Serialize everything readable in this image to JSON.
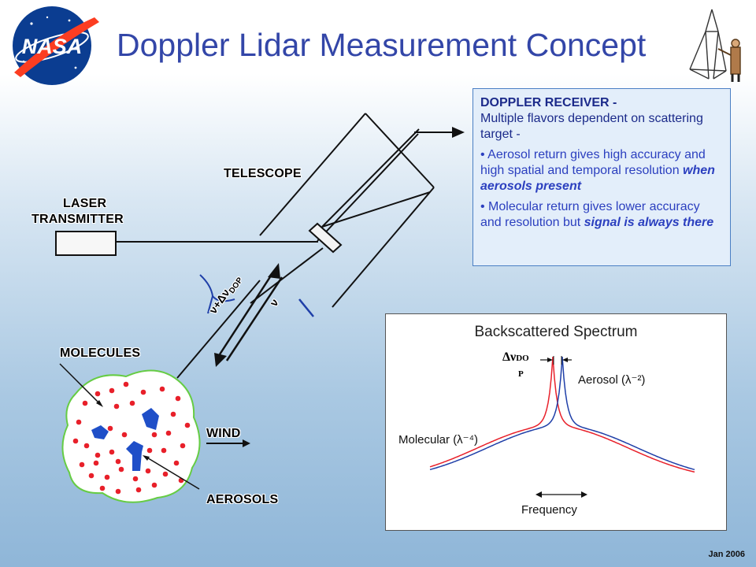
{
  "title": "Doppler Lidar Measurement Concept",
  "footer_date": "Jan 2006",
  "labels": {
    "laser_line1": "LASER",
    "laser_line2": "TRANSMITTER",
    "telescope": "TELESCOPE",
    "molecules": "MOLECULES",
    "wind": "WIND",
    "aerosols": "AEROSOLS",
    "nu_return": "ν+Δν",
    "nu_return_sub": "DOP",
    "nu": "ν"
  },
  "receiver": {
    "heading": "DOPPLER RECEIVER -",
    "subheading": "Multiple flavors dependent on scattering target -",
    "bullet1_text": "• Aerosol return gives high accuracy and high spatial and temporal resolution ",
    "bullet1_emph": "when aerosols present",
    "bullet2_text": "• Molecular return gives lower accuracy and resolution but ",
    "bullet2_emph": "signal is always there"
  },
  "spectrum": {
    "title": "Backscattered Spectrum",
    "delta_label": "Δν",
    "delta_sub": "DO",
    "delta_sub2": "P",
    "aerosol_label": "Aerosol (λ⁻²)",
    "molecular_label": "Molecular (λ⁻⁴)",
    "frequency_label": "Frequency",
    "colors": {
      "red": "#e8202a",
      "blue": "#1f3fa8"
    }
  },
  "colors": {
    "title": "#3346a8",
    "particles": "#e8202a",
    "aerosol_blobs": "#1f4fc8",
    "cloud_border": "#66cc44"
  }
}
